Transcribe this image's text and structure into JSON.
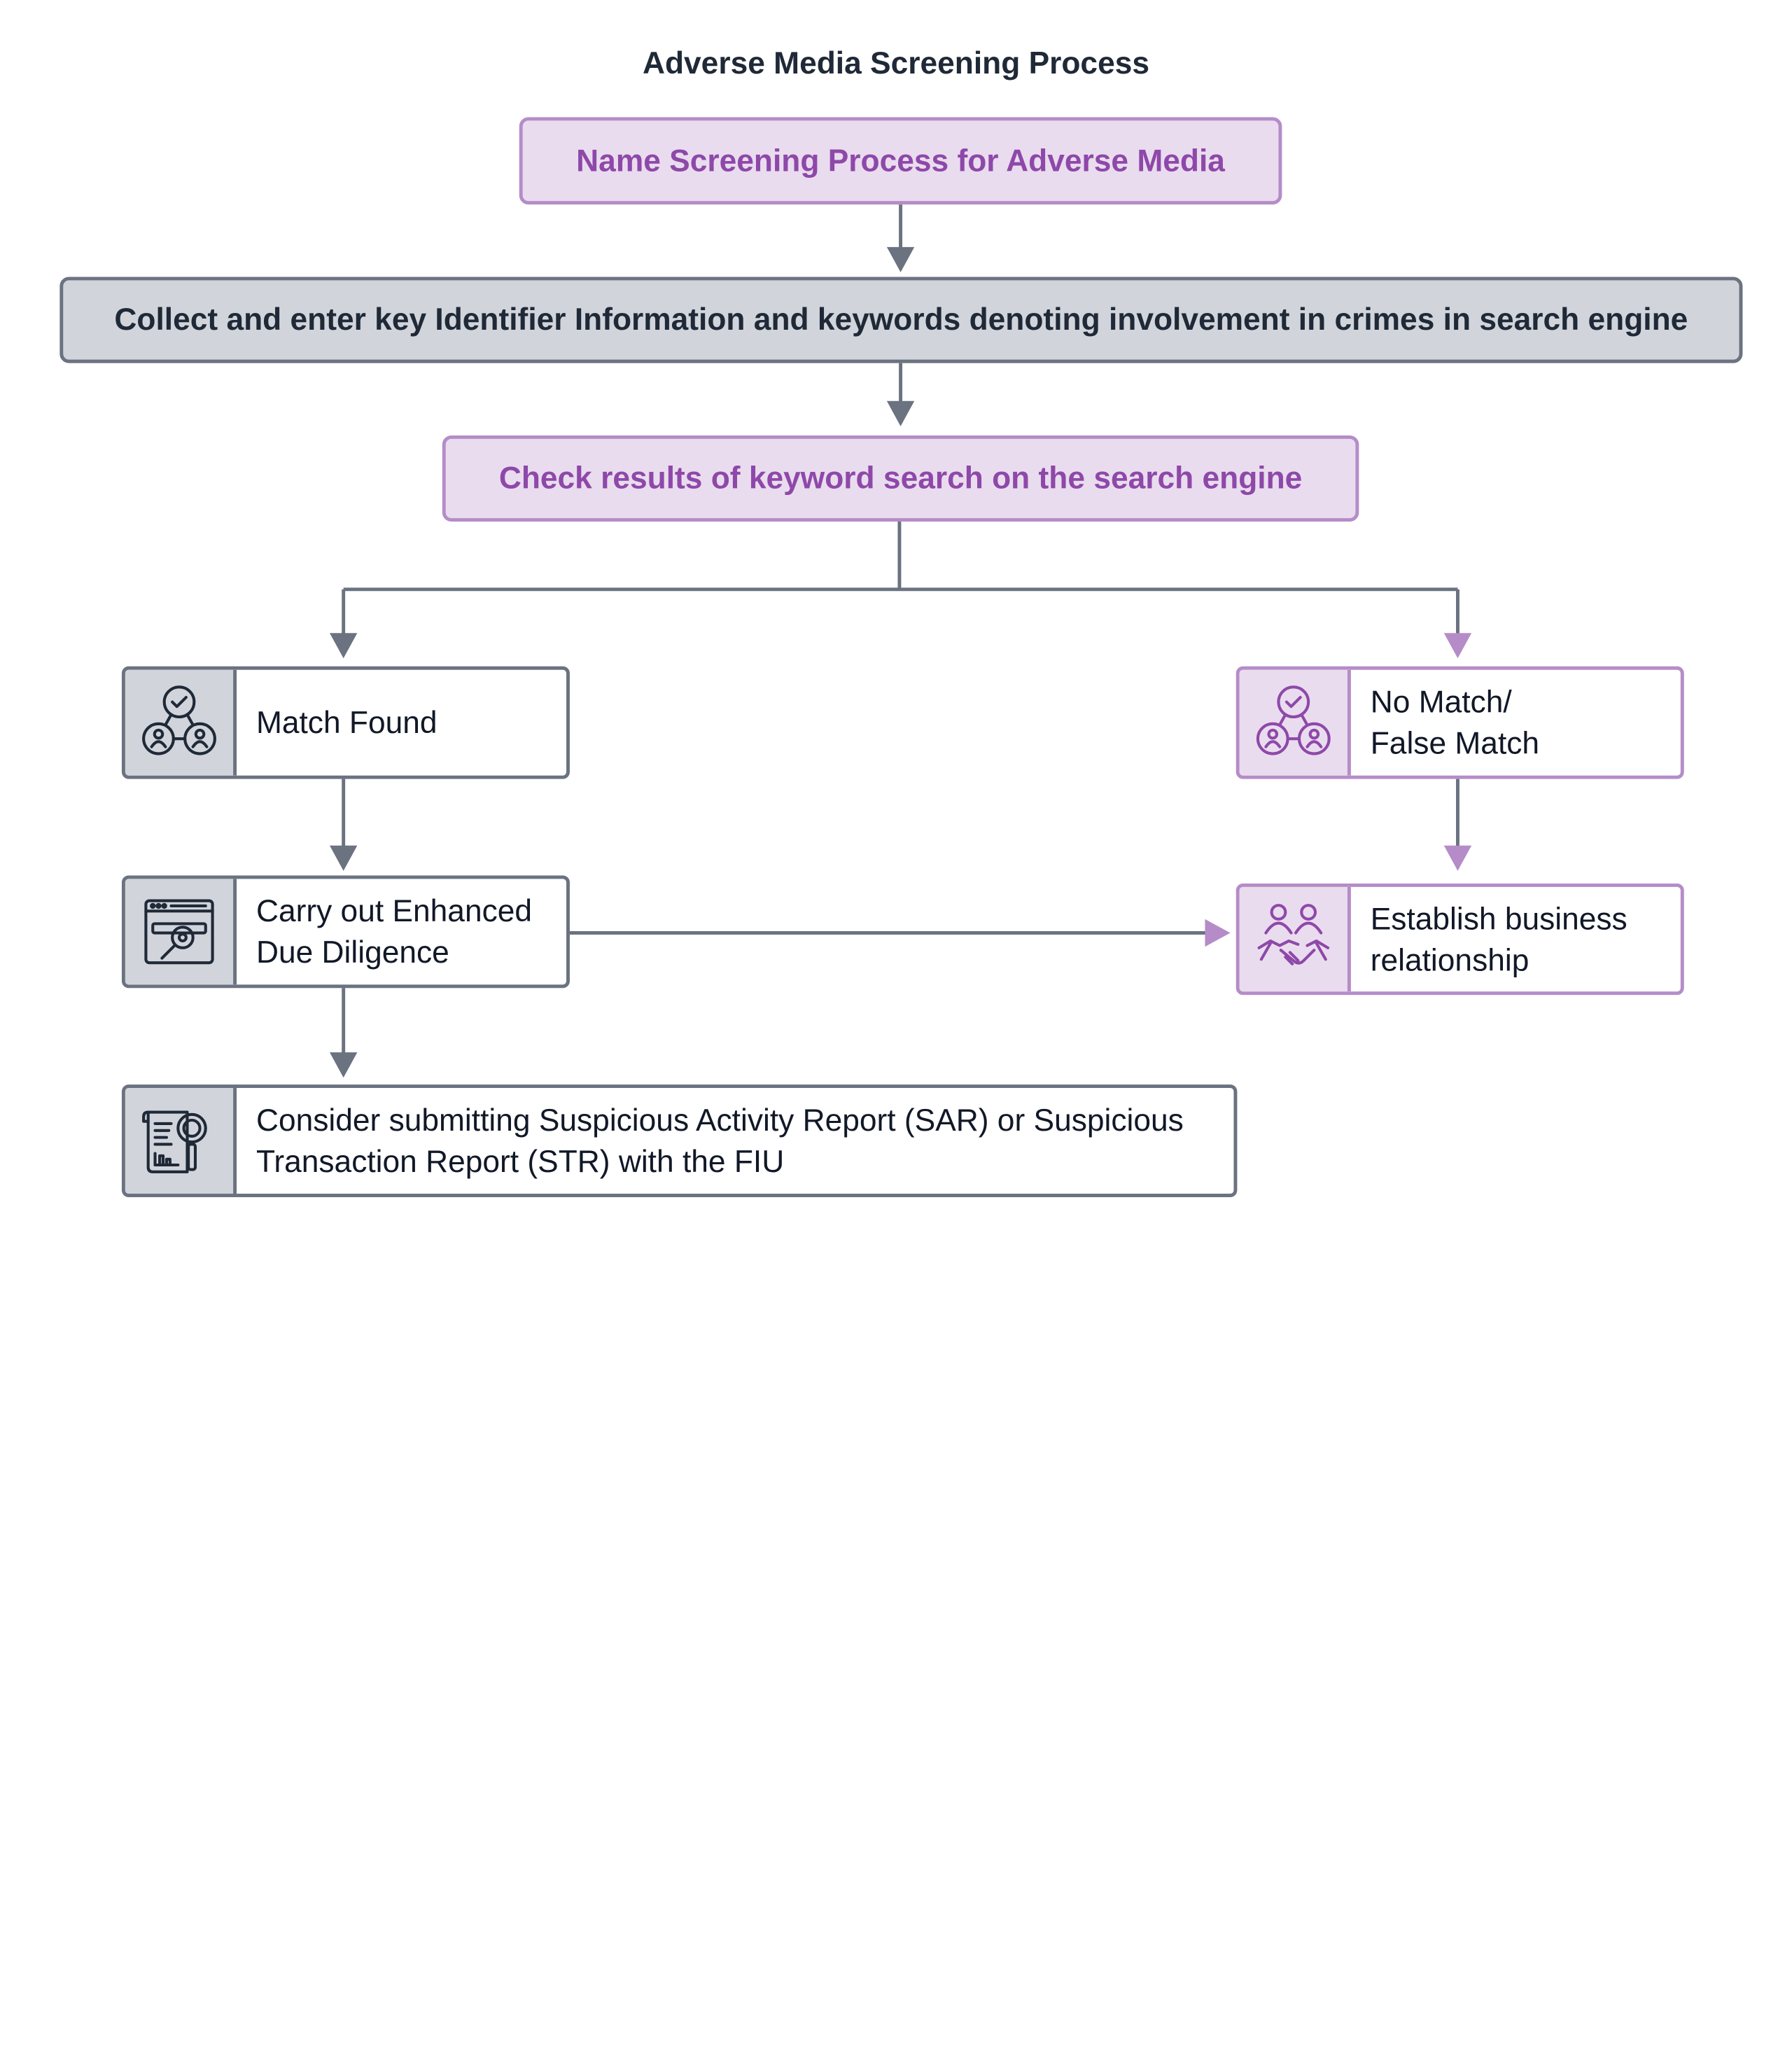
{
  "title": "Adverse Media Screening Process",
  "colors": {
    "purple_fill": "#e9dcee",
    "purple_border": "#b58cc8",
    "purple_text": "#8e48a9",
    "grey_fill": "#d1d5db",
    "grey_border": "#6b7280",
    "dark_text": "#1f2937"
  },
  "steps": {
    "name_screening": "Name Screening Process for Adverse Media",
    "collect_info": "Collect and enter key Identifier Information and keywords denoting involvement in crimes in search engine",
    "check_results": "Check results of keyword search on the search engine"
  },
  "branches": {
    "match_found": {
      "icon": "network-check-users-icon",
      "label": "Match Found"
    },
    "no_match": {
      "icon": "network-check-users-icon",
      "label": "No Match/\nFalse Match"
    },
    "enhanced_dd": {
      "icon": "browser-search-gear-icon",
      "label": "Carry out Enhanced\nDue Diligence"
    },
    "establish": {
      "icon": "handshake-people-icon",
      "label": "Establish business\nrelationship"
    },
    "report": {
      "icon": "report-magnifier-icon",
      "label": "Consider submitting Suspicious Activity Report (SAR) or Suspicious\nTransaction Report (STR) with the FIU"
    }
  }
}
